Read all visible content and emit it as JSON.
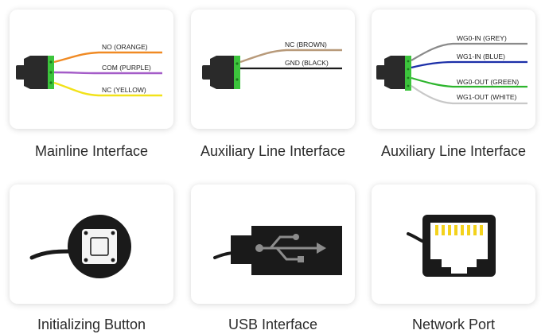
{
  "colors": {
    "orange": "#f08a24",
    "purple": "#a45cc8",
    "yellow": "#f2e21a",
    "brown": "#b89a7a",
    "black": "#1a1a1a",
    "grey": "#8a8a8a",
    "blue": "#1c2fa8",
    "green": "#2db52d",
    "white": "#c8c8c8",
    "connector_green": "#3cc43c",
    "connector_dark": "#2a2a2a",
    "rj45_pins": "#f3d21c"
  },
  "cards": [
    {
      "caption": "Mainline Interface",
      "wires": [
        {
          "label": "NO (ORANGE)",
          "color": "orange"
        },
        {
          "label": "COM (PURPLE)",
          "color": "purple"
        },
        {
          "label": "NC (YELLOW)",
          "color": "yellow"
        }
      ]
    },
    {
      "caption": "Auxiliary Line Interface",
      "wires": [
        {
          "label": "NC (BROWN)",
          "color": "brown"
        },
        {
          "label": "GND (BLACK)",
          "color": "black"
        }
      ]
    },
    {
      "caption": "Auxiliary Line Interface",
      "wires": [
        {
          "label": "WG0-IN (GREY)",
          "color": "grey"
        },
        {
          "label": "WG1-IN (BLUE)",
          "color": "blue"
        },
        {
          "label": "WG0-OUT (GREEN)",
          "color": "green"
        },
        {
          "label": "WG1-OUT (WHITE)",
          "color": "white"
        }
      ]
    },
    {
      "caption": "Initializing Button",
      "icon": "push-button-icon"
    },
    {
      "caption": "USB Interface",
      "icon": "usb-icon"
    },
    {
      "caption": "Network Port",
      "icon": "rj45-port-icon"
    }
  ]
}
